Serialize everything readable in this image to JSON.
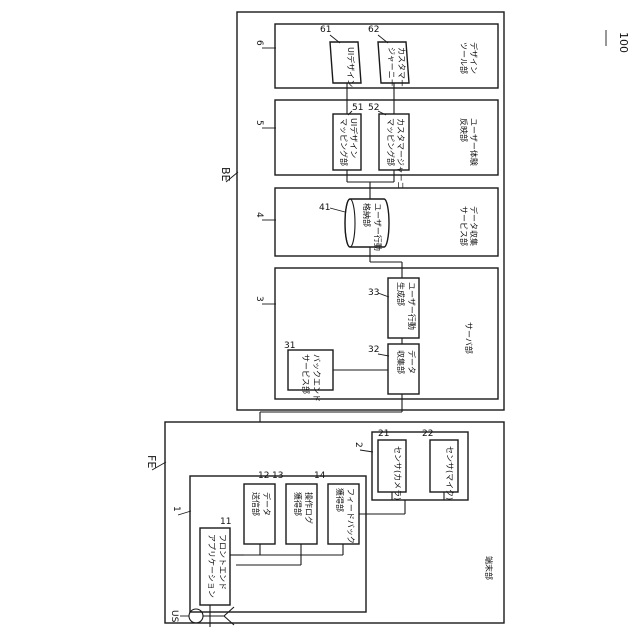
{
  "figure": {
    "system_ref": "100",
    "fe": {
      "label": "FE",
      "terminal_label": "端末部",
      "user_label": "US",
      "app_ref": "1",
      "app_name_line1": "フロントエンド",
      "app_name_line2": "アプリケーション",
      "app_ref_11": "11",
      "unit12_ref": "12",
      "unit12_line1": "データ",
      "unit12_line2": "送信部",
      "unit13_ref": "13",
      "unit13_line1": "操作ログ",
      "unit13_line2": "獲得部",
      "unit14_ref": "14",
      "unit14_line1": "フィードバック",
      "unit14_line2": "獲得部",
      "sensor_group_ref": "2",
      "sensor21_ref": "21",
      "sensor21_label": "センサ(カメラ)",
      "sensor22_ref": "22",
      "sensor22_label": "センサ(マイク)"
    },
    "be": {
      "label": "BE",
      "server_ref": "3",
      "server_label": "サーバ部",
      "backend_ref": "31",
      "backend_line1": "バックエンド",
      "backend_line2": "サービス部",
      "collect_ref": "32",
      "collect_line1": "データ",
      "collect_line2": "収集部",
      "behavior_ref": "33",
      "behavior_line1": "ユーザー行動",
      "behavior_line2": "生成部",
      "data_ref": "4",
      "data_line1": "データ収集",
      "data_line2": "サービス部",
      "storage_ref": "41",
      "storage_line1": "ユーザー行動",
      "storage_line2": "格納部",
      "reflect_ref": "5",
      "reflect_line1": "ユーザー体験",
      "reflect_line2": "反映部",
      "uimap_ref": "51",
      "uimap_line1": "UIデザイン",
      "uimap_line2": "マッピング部",
      "journeymap_ref": "52",
      "journeymap_line1": "カスタマージャーニー",
      "journeymap_line2": "マッピング部",
      "tool_ref": "6",
      "tool_line1": "デザイン",
      "tool_line2": "ツール部",
      "uidesign_ref": "61",
      "uidesign_label": "UIデザイン",
      "journey_ref": "62",
      "journey_line1": "カスタマー",
      "journey_line2": "ジャーニー"
    }
  }
}
